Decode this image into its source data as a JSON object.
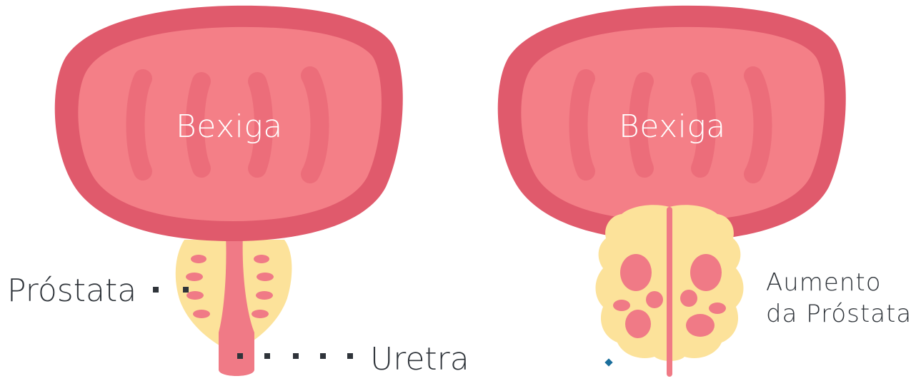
{
  "colors": {
    "bladder_outer": "#e05a6c",
    "bladder_inner": "#f47f87",
    "bladder_folds": "#ec6d7a",
    "prostate": "#fce29a",
    "urethra": "#f07a86",
    "leader_dots": "#2f343a",
    "accent_diamond": "#1a6e9c"
  },
  "labels": {
    "bladder_left": "Bexiga",
    "bladder_right": "Bexiga",
    "prostate": "Próstata",
    "urethra": "Uretra",
    "enlarged_line1": "Aumento",
    "enlarged_line2": "da Próstata"
  }
}
